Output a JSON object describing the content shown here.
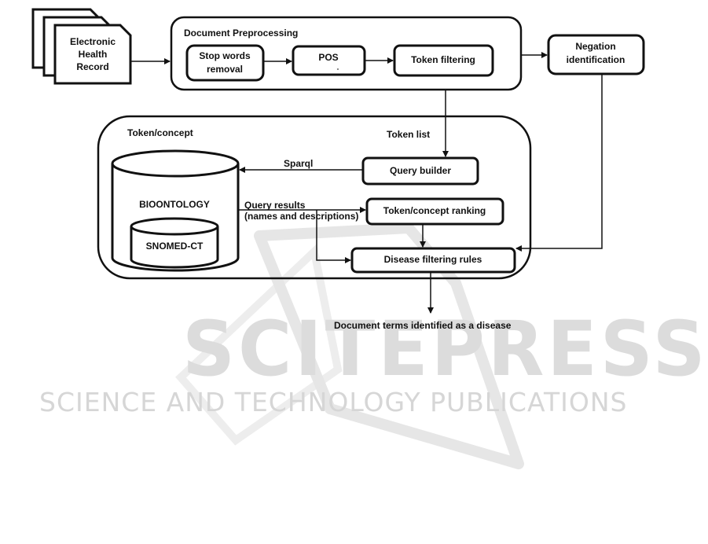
{
  "watermark": {
    "big": "SCITEPRESS",
    "small": "SCIENCE AND TECHNOLOGY PUBLICATIONS",
    "color": "#d9d9d9"
  },
  "nodes": {
    "ehr": {
      "line1": "Electronic",
      "line2": "Health",
      "line3": "Record"
    },
    "preprocessing_title": "Document Preprocessing",
    "stop_words": {
      "line1": "Stop words",
      "line2": "removal"
    },
    "pos": {
      "line1": "POS",
      "line2": "-"
    },
    "token_filtering": "Token filtering",
    "negation": {
      "line1": "Negation",
      "line2": "identification"
    },
    "token_concept_title": "Token/concept",
    "token_list": "Token list",
    "sparql": "Sparql",
    "query_builder": "Query builder",
    "bioontology": "BIOONTOLOGY",
    "snomed": "SNOMED-CT",
    "query_results": {
      "line1": "Query results",
      "line2": "(names and descriptions)"
    },
    "ranking": "Token/concept ranking",
    "disease_rules": "Disease filtering rules",
    "output": "Document terms identified as a disease"
  }
}
